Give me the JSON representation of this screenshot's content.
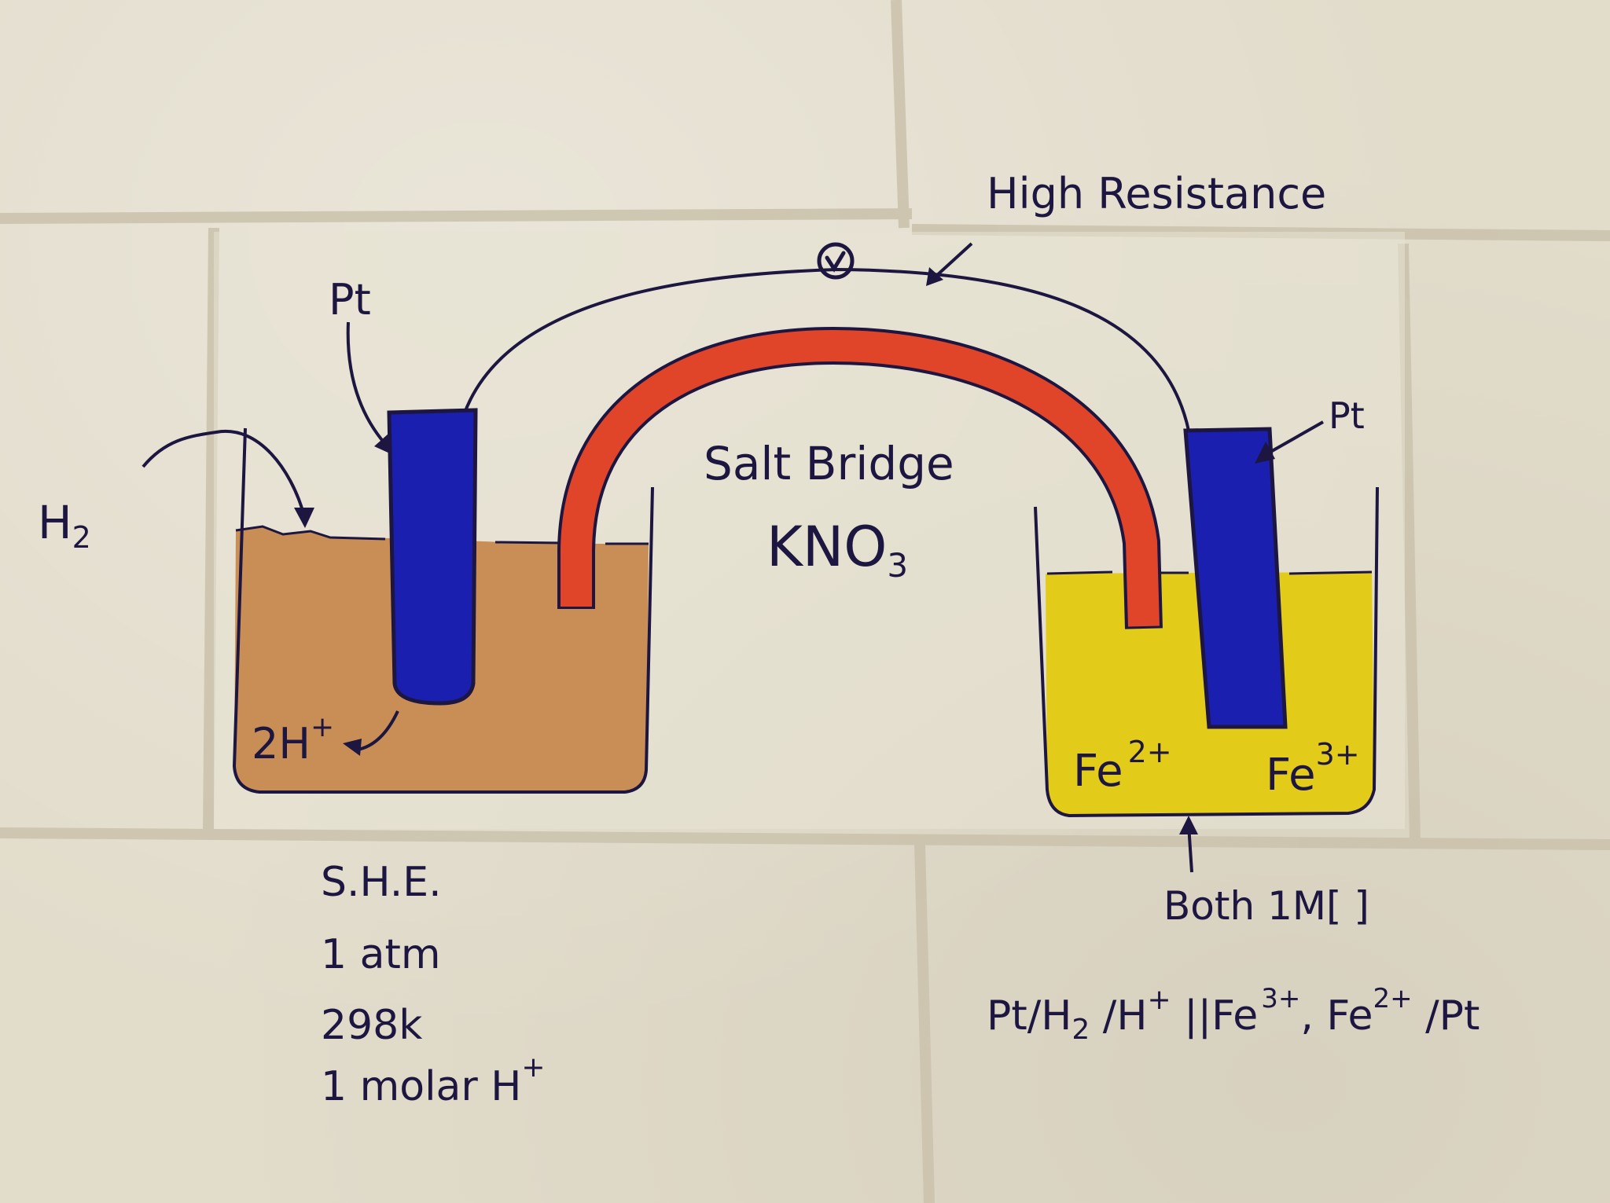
{
  "diagram": {
    "title": "Galvanic cell: Standard Hydrogen Electrode vs Fe3+/Fe2+ half-cell",
    "colors": {
      "ink": "#1d1640",
      "wall": "#e2dccb",
      "mortar": "#cfc8b4",
      "electrode": "#1a1fb0",
      "salt_bridge": "#e0452a",
      "left_solution": "#c98e55",
      "right_solution": "#e3cb1a"
    },
    "labels": {
      "high_resistance": "High Resistance",
      "voltmeter_symbol": "V",
      "pt_left": "Pt",
      "pt_right": "Pt",
      "h2_main": "H",
      "h2_sub": "2",
      "salt_bridge_line1": "Salt Bridge",
      "salt_bridge_formula_main": "KNO",
      "salt_bridge_formula_sub": "3",
      "left_ion_main": "2H",
      "left_ion_sup": "+",
      "right_ion_1_main": "Fe",
      "right_ion_1_sup": "2+",
      "right_ion_2_main": "Fe",
      "right_ion_2_sup": "3+",
      "both_concentration": "Both 1M[ ]"
    },
    "she_conditions": [
      {
        "text": "S.H.E.",
        "sup": ""
      },
      {
        "text": "1 atm",
        "sup": ""
      },
      {
        "text": "298k",
        "sup": ""
      },
      {
        "text": "1 molar H",
        "sup": "+"
      }
    ],
    "cell_notation": {
      "parts": [
        {
          "text": "Pt/H",
          "sub": "2",
          "sup": ""
        },
        {
          "text": " /H",
          "sub": "",
          "sup": "+"
        },
        {
          "text": " ||Fe",
          "sub": "",
          "sup": "3+"
        },
        {
          "text": ", Fe",
          "sub": "",
          "sup": "2+"
        },
        {
          "text": " /Pt",
          "sub": "",
          "sup": ""
        }
      ]
    }
  }
}
